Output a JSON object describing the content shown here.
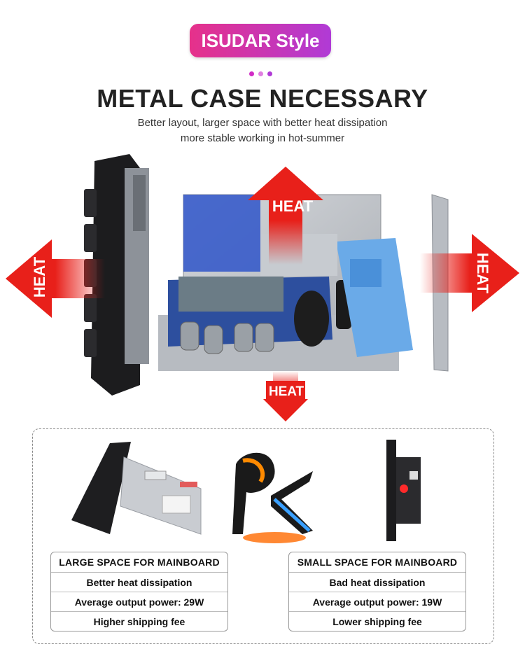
{
  "badge": "ISUDAR Style",
  "headline": "METAL CASE NECESSARY",
  "subtitle_lines": [
    "Better layout, larger space with better heat dissipation",
    "more stable working in hot-summer"
  ],
  "heat_label": "HEAT",
  "colors": {
    "badge_start": "#e6318a",
    "badge_end": "#b03ad6",
    "heat_red": "#e8201a"
  },
  "comparison": {
    "left": {
      "title": "LARGE SPACE FOR MAINBOARD",
      "rows": [
        "Better heat dissipation",
        "Average output power: 29W",
        "Higher shipping fee"
      ]
    },
    "right": {
      "title": "SMALL SPACE FOR MAINBOARD",
      "rows": [
        "Bad heat dissipation",
        "Average output power: 19W",
        "Lower shipping fee"
      ]
    }
  }
}
